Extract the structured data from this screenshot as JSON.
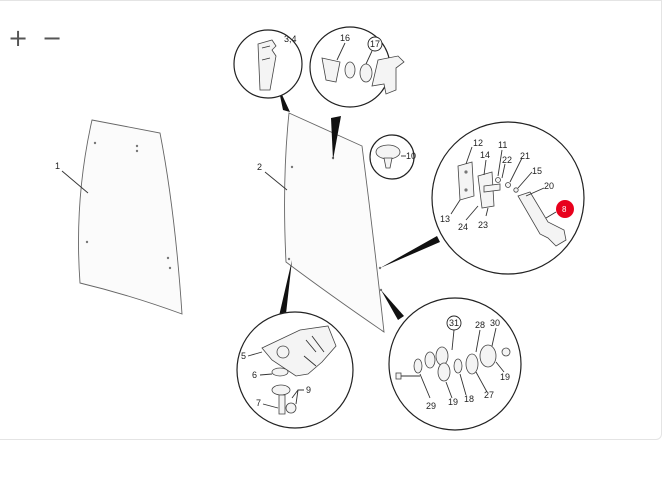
{
  "zoom": {
    "in_label": "+",
    "out_label": "−"
  },
  "diagram": {
    "callouts": {
      "c1": "1",
      "c2": "2",
      "c34": "3,4",
      "c5": "5",
      "c6": "6",
      "c7": "7",
      "c8": "8",
      "c9": "9",
      "c10": "10",
      "c11": "11",
      "c12": "12",
      "c13": "13",
      "c14": "14",
      "c15": "15",
      "c16": "16",
      "c17": "17",
      "c18": "18",
      "c19a": "19",
      "c19b": "19",
      "c20": "20",
      "c21": "21",
      "c22": "22",
      "c23": "23",
      "c24": "24",
      "c27": "27",
      "c28": "28",
      "c29": "29",
      "c30": "30",
      "c31": "31"
    },
    "highlight_color": "#e8001c"
  }
}
